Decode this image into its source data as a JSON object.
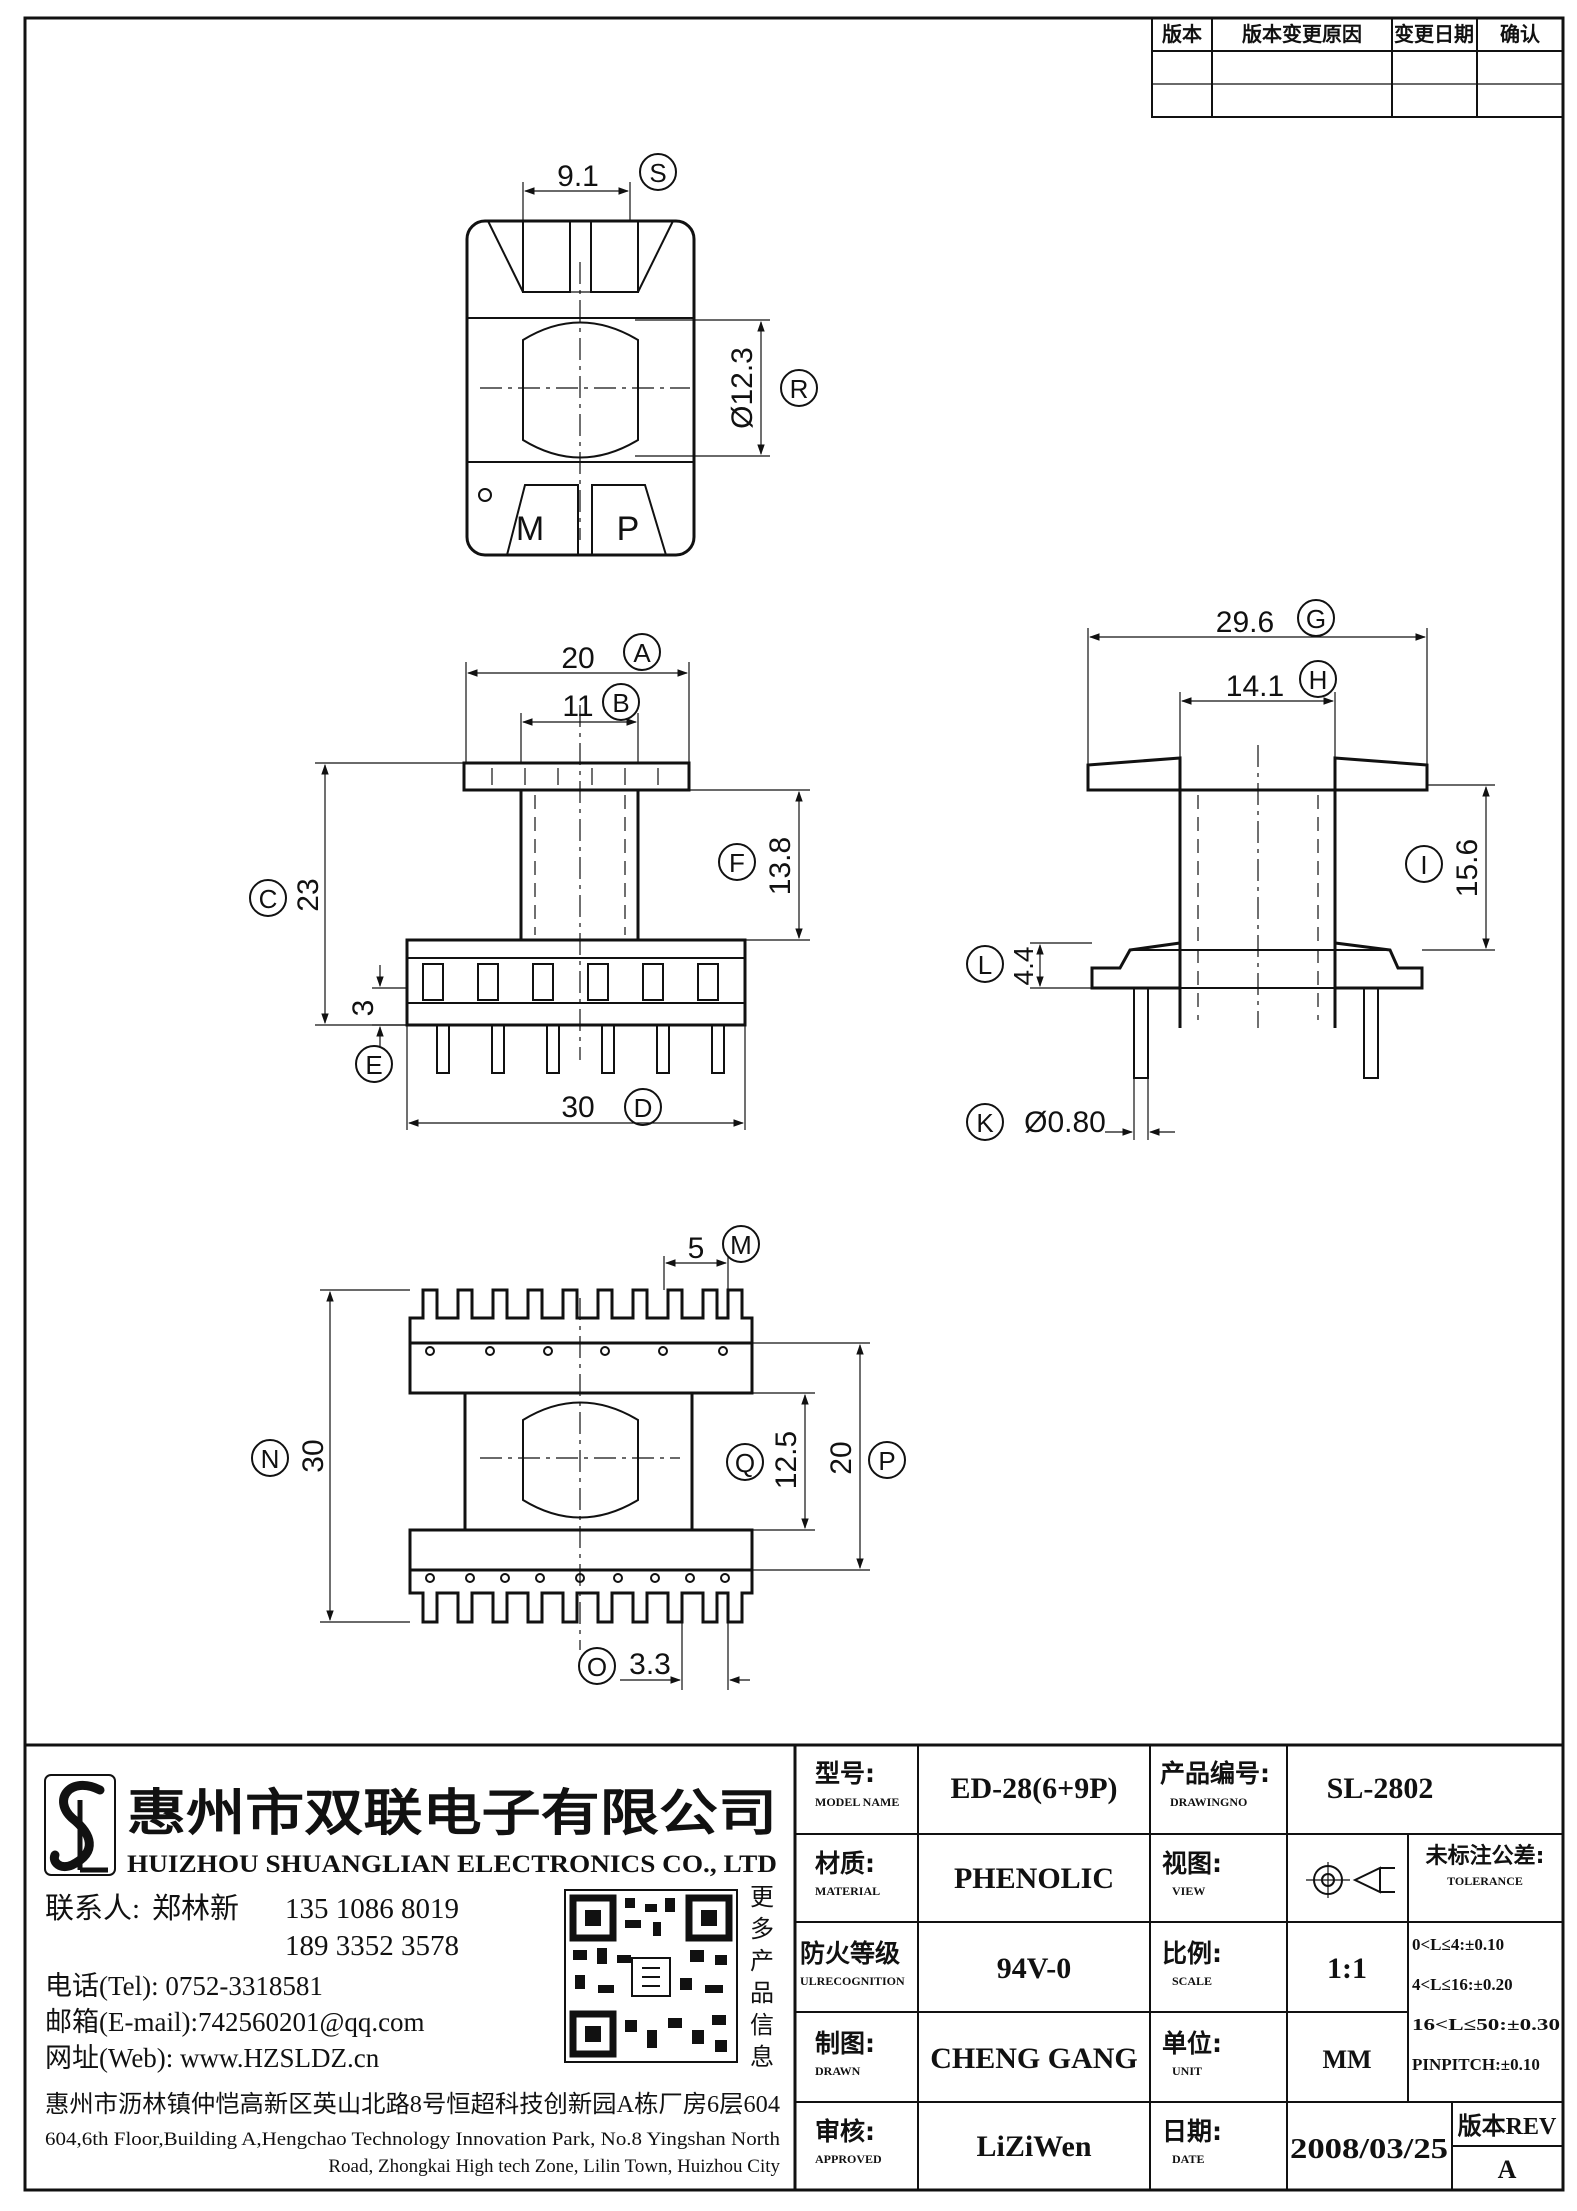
{
  "revision_table": {
    "headers": [
      "版本",
      "版本变更原因",
      "变更日期",
      "确认"
    ]
  },
  "top_view": {
    "dim_s": "9.1",
    "label_s": "S",
    "dim_r": "Ø12.3",
    "label_r": "R",
    "pin_mark_m": "M",
    "pin_mark_p": "P"
  },
  "front_view": {
    "dim_a": "20",
    "label_a": "A",
    "dim_b": "11",
    "label_b": "B",
    "dim_c": "23",
    "label_c": "C",
    "dim_f": "13.8",
    "label_f": "F",
    "dim_e": "3",
    "label_e": "E",
    "dim_d": "30",
    "label_d": "D"
  },
  "side_view": {
    "dim_g": "29.6",
    "label_g": "G",
    "dim_h": "14.1",
    "label_h": "H",
    "dim_i": "15.6",
    "label_i": "I",
    "dim_l": "4.4",
    "label_l": "L",
    "dim_k": "Ø0.80",
    "label_k": "K"
  },
  "bottom_view": {
    "dim_m": "5",
    "label_m": "M",
    "dim_n": "30",
    "label_n": "N",
    "dim_q": "12.5",
    "label_q": "Q",
    "dim_p": "20",
    "label_p": "P",
    "dim_o": "3.3",
    "label_o": "O"
  },
  "company": {
    "name_cn": "惠州市双联电子有限公司",
    "name_en": "HUIZHOU SHUANGLIAN ELECTRONICS CO., LTD",
    "contact_label": "联系人:",
    "contact_name": "郑林新",
    "phone1": "135 1086 8019",
    "phone2": "189 3352 3578",
    "tel": "电话(Tel): 0752-3318581",
    "email": "邮箱(E-mail):742560201@qq.com",
    "web": "网址(Web): www.HZSLDZ.cn",
    "more_products": [
      "更",
      "多",
      "产",
      "品",
      "信",
      "息"
    ],
    "address_cn": "惠州市沥林镇仲恺高新区英山北路8号恒超科技创新园A栋厂房6层604",
    "address_en1": "604,6th Floor,Building A,Hengchao Technology Innovation Park, No.8 Yingshan North",
    "address_en2": "Road, Zhongkai High tech Zone, Lilin Town, Huizhou City"
  },
  "title_block": {
    "model_cn": "型号:",
    "model_en": "MODEL NAME",
    "model_value": "ED-28(6+9P)",
    "drawno_cn": "产品编号:",
    "drawno_en": "DRAWINGNO",
    "drawno_value": "SL-2802",
    "material_cn": "材质:",
    "material_en": "MATERIAL",
    "material_value": "PHENOLIC",
    "view_cn": "视图:",
    "view_en": "VIEW",
    "tol_cn": "未标注公差:",
    "tol_en": "TOLERANCE",
    "tolerances": [
      "0<L≤4:±0.10",
      "4<L≤16:±0.20",
      "16<L≤50:±0.30",
      "PINPITCH:±0.10"
    ],
    "fire_cn": "防火等级",
    "fire_en": "ULRECOGNITION",
    "fire_value": "94V-0",
    "scale_cn": "比例:",
    "scale_en": "SCALE",
    "scale_value": "1:1",
    "drawn_cn": "制图:",
    "drawn_en": "DRAWN",
    "drawn_value": "CHENG GANG",
    "unit_cn": "单位:",
    "unit_en": "UNIT",
    "unit_value": "MM",
    "approved_cn": "审核:",
    "approved_en": "APPROVED",
    "approved_value": "LiZiWen",
    "date_cn": "日期:",
    "date_en": "DATE",
    "date_value": "2008/03/25",
    "rev_label": "版本REV",
    "rev_value": "A"
  }
}
